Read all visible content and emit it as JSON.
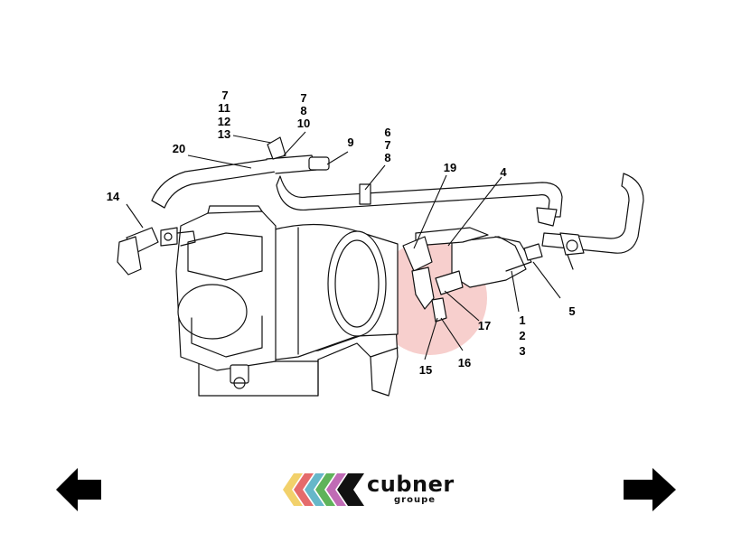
{
  "callouts": {
    "c_7a": "7",
    "c_11": "11",
    "c_12": "12",
    "c_13": "13",
    "c_7b": "7",
    "c_8a": "8",
    "c_10": "10",
    "c_9": "9",
    "c_6": "6",
    "c_7c": "7",
    "c_8b": "8",
    "c_20": "20",
    "c_14": "14",
    "c_19": "19",
    "c_4": "4",
    "c_5": "5",
    "c_1": "1",
    "c_2": "2",
    "c_3": "3",
    "c_17": "17",
    "c_15": "15",
    "c_16": "16"
  },
  "highlight": {
    "color": "#f6c7c4"
  },
  "logo": {
    "word": "cubner",
    "sub": "groupe"
  },
  "nav": {
    "prev_icon": "arrow-left-icon",
    "next_icon": "arrow-right-icon"
  }
}
